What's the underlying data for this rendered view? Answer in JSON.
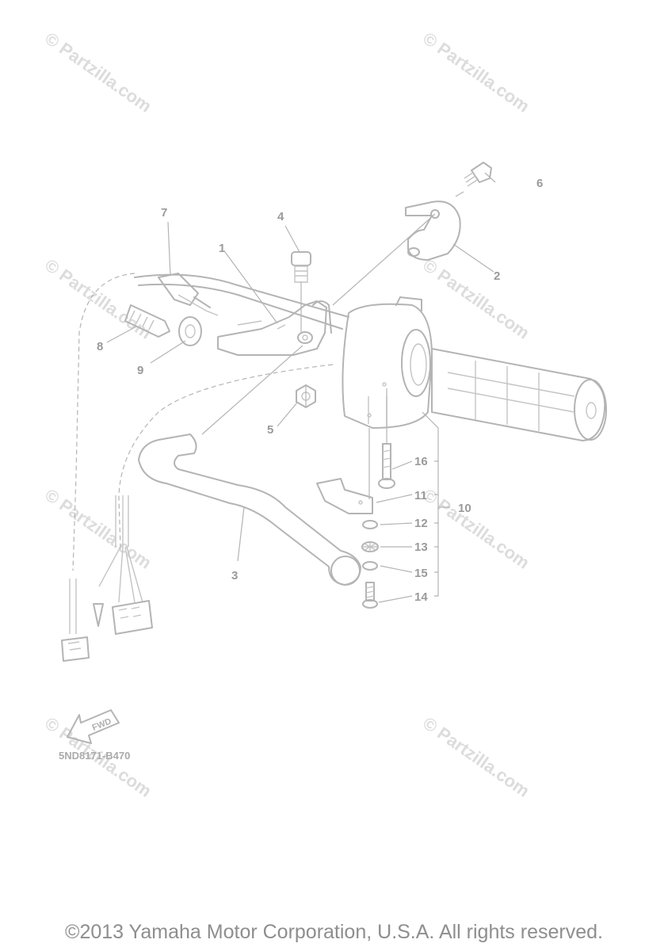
{
  "watermarks": [
    "© Partzilla.com",
    "© Partzilla.com",
    "© Partzilla.com",
    "© Partzilla.com",
    "© Partzilla.com",
    "© Partzilla.com",
    "© Partzilla.com",
    "© Partzilla.com"
  ],
  "callouts": {
    "c1": "1",
    "c2": "2",
    "c3": "3",
    "c4": "4",
    "c5": "5",
    "c6": "6",
    "c7": "7",
    "c8": "8",
    "c9": "9",
    "c10": "10",
    "c11": "11",
    "c12": "12",
    "c13": "13",
    "c14": "14",
    "c15": "15",
    "c16": "16"
  },
  "direction_arrow": "FWD",
  "diagram_code": "5ND8171-B470",
  "copyright": "©2013 Yamaha Motor Corporation, U.S.A. All rights reserved."
}
